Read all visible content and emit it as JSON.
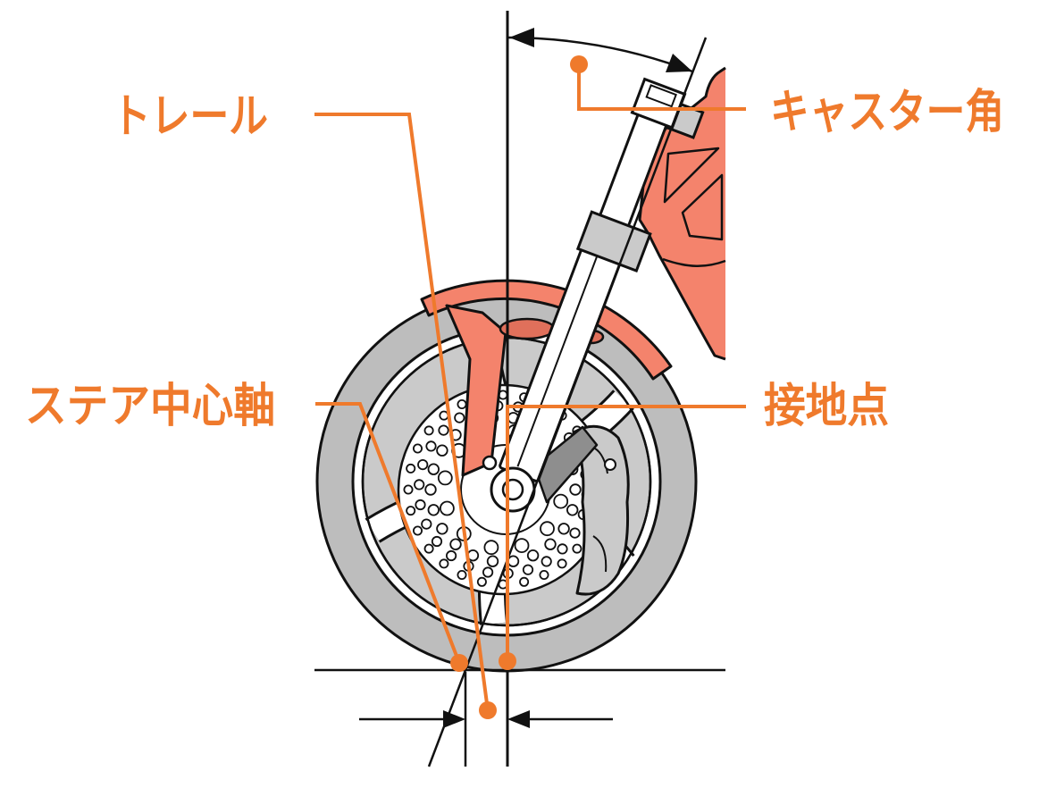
{
  "labels": {
    "trail": "トレール",
    "caster_angle": "キャスター角",
    "steering_axis": "ステア中心軸",
    "contact_point": "接地点"
  },
  "colors": {
    "accent": "#EF7A2C",
    "body": "#F4836C",
    "body_shade": "#E0705B",
    "tire": "#BDBDBD",
    "metal": "#CACACA",
    "caliper_mount": "#8E8E8E",
    "line": "#111111"
  }
}
